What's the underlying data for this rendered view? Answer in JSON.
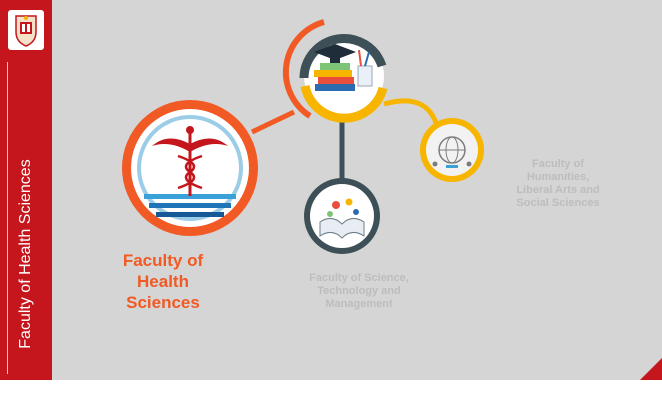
{
  "sidebar": {
    "title": "Faculty of Health Sciences"
  },
  "faculties": {
    "health": {
      "label": "Faculty of Health Sciences",
      "lines": [
        "Faculty of",
        "Health",
        "Sciences"
      ]
    },
    "science": {
      "label": "Faculty of Science, Technology and Management",
      "lines": [
        "Faculty of Science,",
        "Technology and",
        "Management"
      ]
    },
    "humanities": {
      "label": "Faculty of Humanities, Liberal Arts and Social Sciences",
      "lines": [
        "Faculty of",
        "Humanities,",
        "Liberal Arts and",
        "Social Sciences"
      ]
    }
  },
  "icons": {
    "logo": "university-crest-icon",
    "center": "graduation-cap-books-icon",
    "health": "caduceus-icon",
    "science": "open-book-icon",
    "humanities": "globe-people-icon"
  },
  "colors": {
    "brand_red": "#c4161c",
    "accent_orange": "#f15a24",
    "accent_yellow": "#f7b500",
    "node_dark": "#3d4f57",
    "slide_bg": "#d5d5d5"
  }
}
